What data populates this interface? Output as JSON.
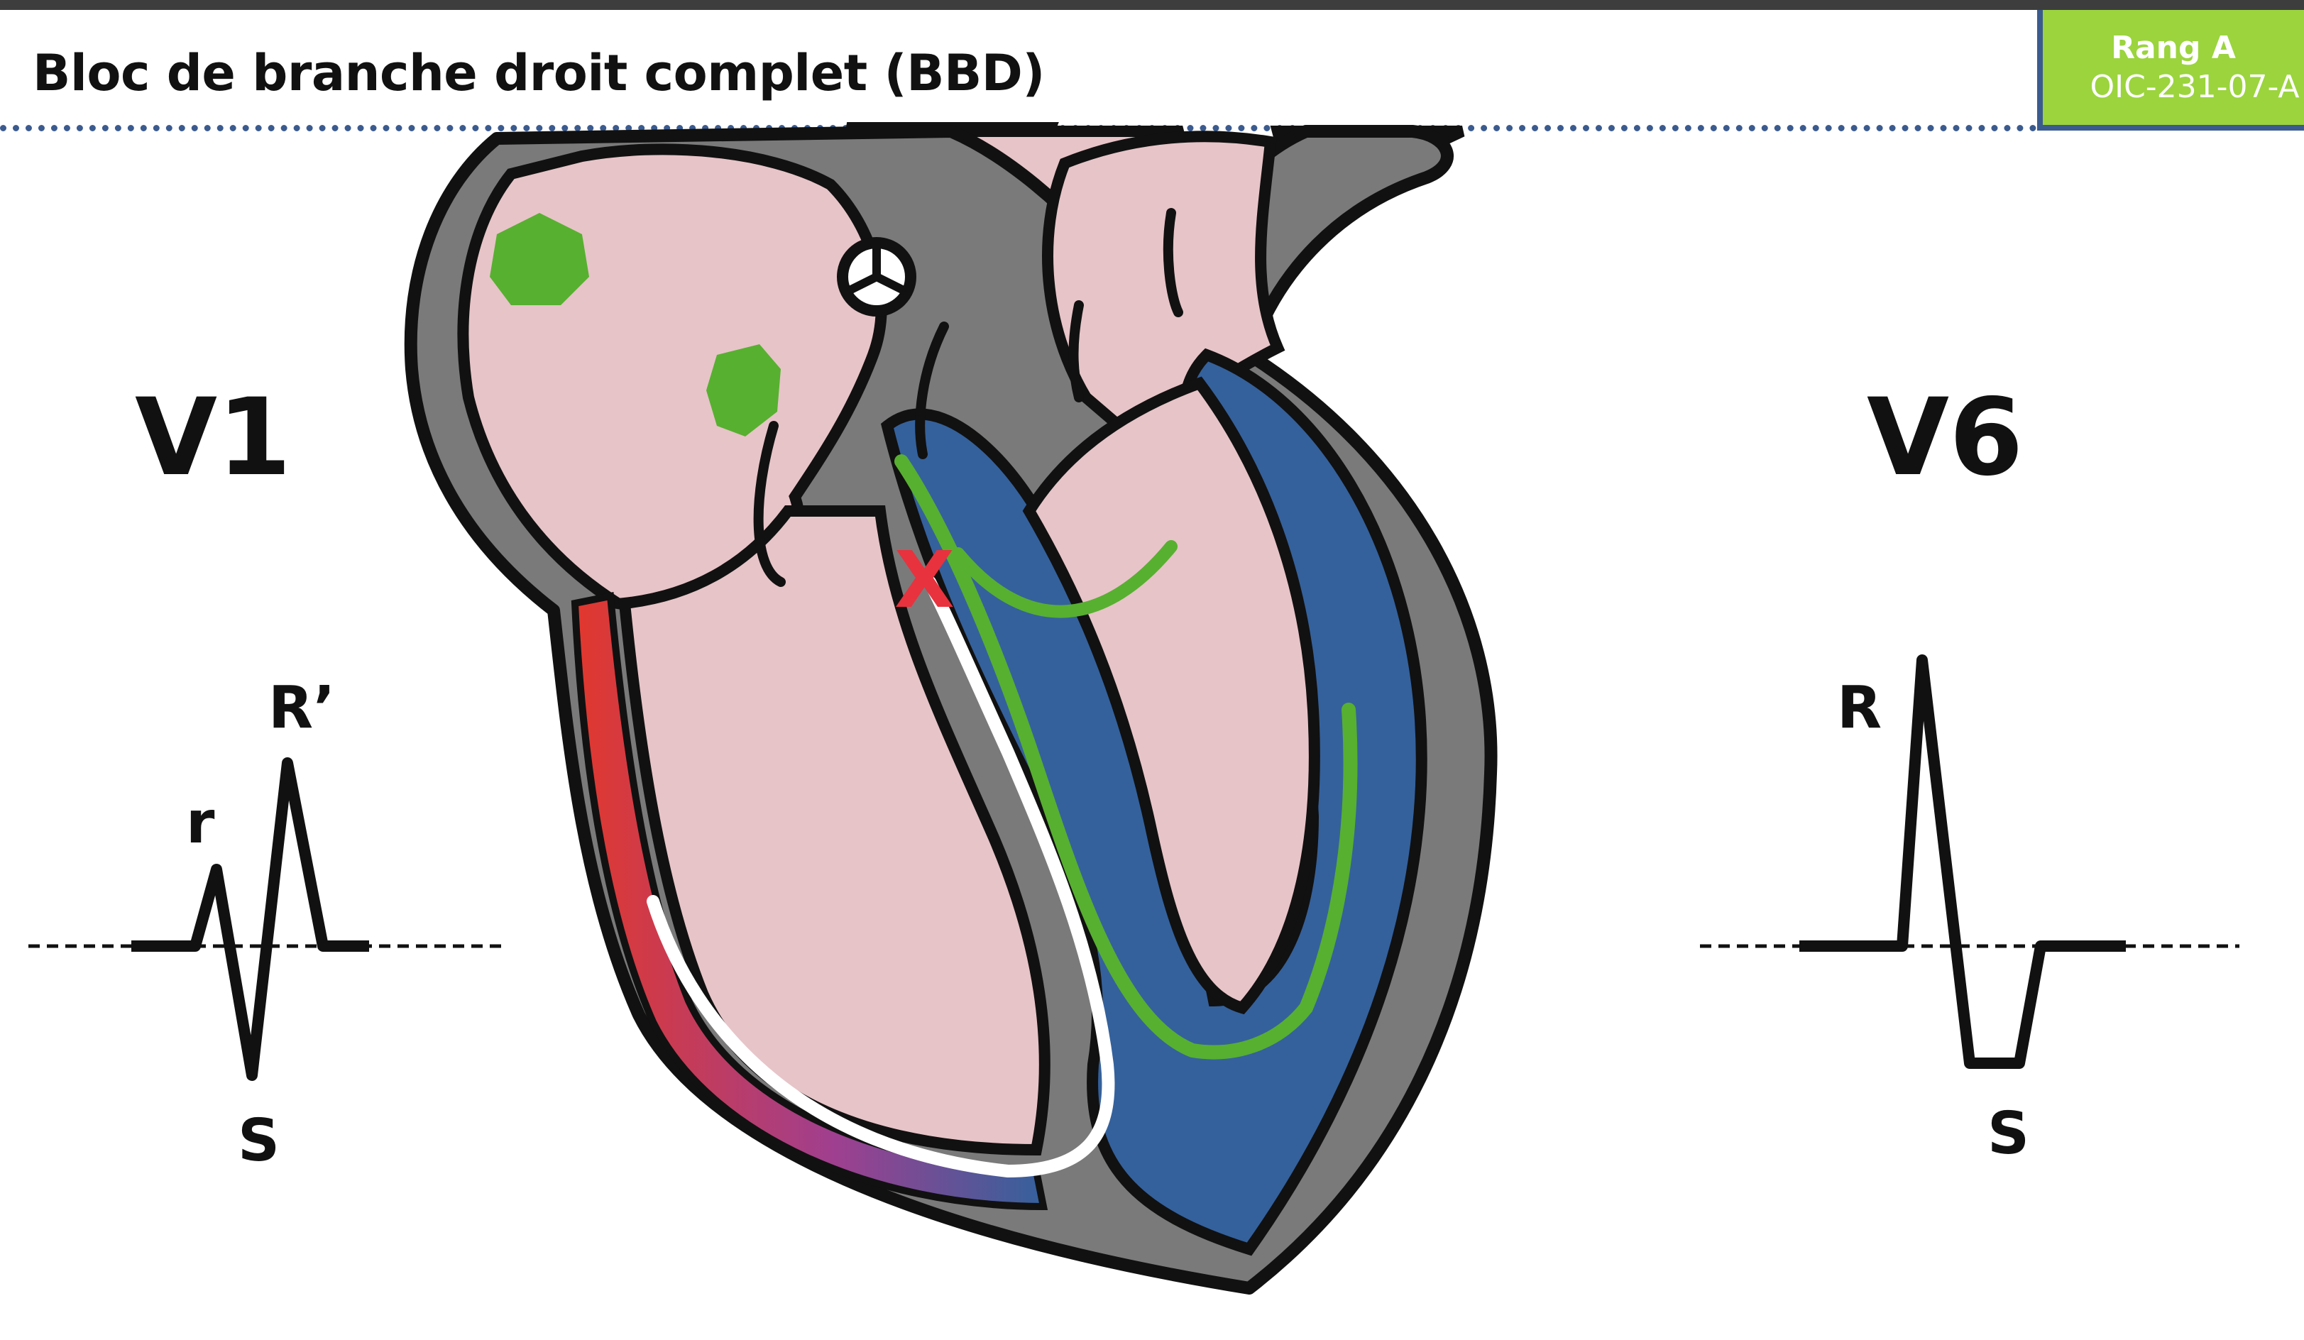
{
  "slide": {
    "title": "Bloc de branche droit complet (BBD)"
  },
  "badge": {
    "level": "Rang A",
    "code": "OIC-231-07-A",
    "color": "#9bd43d"
  },
  "leads": {
    "v1": {
      "label": "V1",
      "waves": {
        "r_small": "r",
        "r_prime": "R’",
        "s": "S"
      }
    },
    "v6": {
      "label": "V6",
      "waves": {
        "r": "R",
        "s": "S"
      }
    }
  },
  "colors": {
    "myocardium_pink": "#e7c4c8",
    "wall_gray": "#7a7a7a",
    "left_ventricle_blue": "#34619c",
    "right_bundle_red": "#e2382d",
    "conduction_green": "#57b030",
    "block_marker_red": "#e8323e"
  },
  "block_marker": {
    "symbol": "X"
  }
}
